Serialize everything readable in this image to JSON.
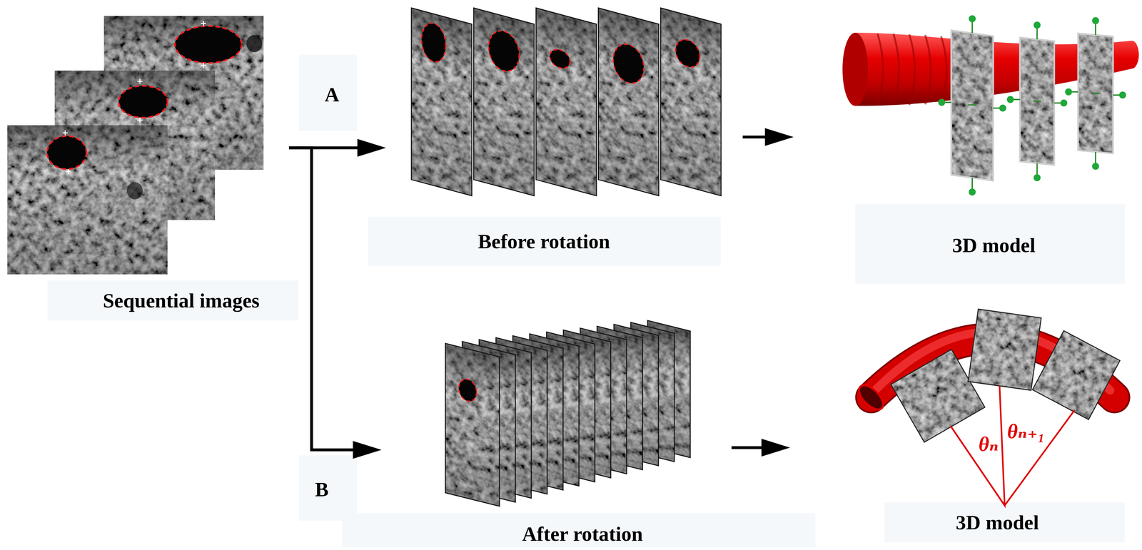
{
  "diagram": {
    "nodes": [
      {
        "text": [
          "Sequential images"
        ]
      },
      {
        "text": [
          "Before rotation"
        ]
      },
      {
        "text": [
          "3D model"
        ]
      },
      {
        "text": [
          "After rotation"
        ]
      },
      {
        "text": [
          "3D model"
        ]
      }
    ],
    "edges": [
      {
        "from": 0,
        "to": 1,
        "arrow": "to",
        "label": "A"
      },
      {
        "from": 0,
        "to": 3,
        "arrow": "to",
        "label": "B"
      },
      {
        "from": 1,
        "to": 2,
        "arrow": "to"
      },
      {
        "from": 3,
        "to": 4,
        "arrow": "to"
      }
    ],
    "labels": [
      "θₙ",
      "θₙ₊₁"
    ]
  }
}
